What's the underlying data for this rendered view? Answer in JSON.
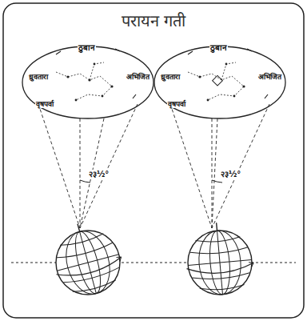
{
  "diagram": {
    "title": "परायन गती",
    "labels": [
      "ठुबान",
      "ध्रुवतारा",
      "अभिजित",
      "वृषपर्वा",
      "२३½°",
      "ठुबान",
      "ध्रुवतारा",
      "अभिजित",
      "वृषपर्वा",
      "२३½°"
    ]
  }
}
